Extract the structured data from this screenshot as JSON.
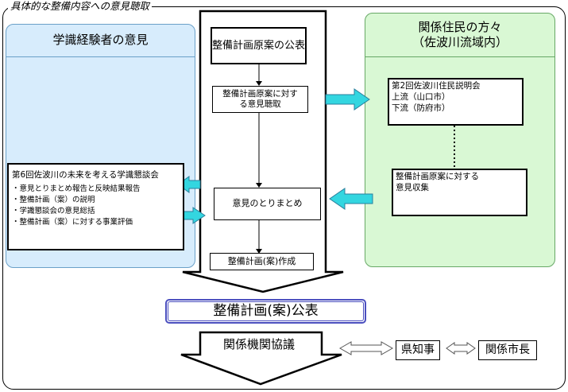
{
  "frame": {
    "title": "具体的な整備内容への意見聴取"
  },
  "expert_section": {
    "header": "学識経験者の意見",
    "conference": {
      "title": "第6回佐波川の未来を考える学識懇談会",
      "items": [
        "・意見とりまとめ報告と反映結果報告",
        "・整備計画（案）の説明",
        "・学識懇談会の意見総括",
        "・整備計画（案）に対する事業評価"
      ]
    }
  },
  "resident_section": {
    "header_line1": "関係住民の方々",
    "header_line2": "（佐波川流域内）",
    "meeting": {
      "title": "第2回佐波川住民説明会",
      "line1": "上流（山口市）",
      "line2": "下流（防府市）"
    },
    "collect": {
      "line1": "整備計画原案に対する",
      "line2": "意見収集"
    }
  },
  "flow": {
    "step1": "整備計画原案の公表",
    "step2_line1": "整備計画原案に対す",
    "step2_line2": "る意見聴取",
    "step3": "意見のとりまとめ",
    "step4": "整備計画(案)作成"
  },
  "publish": "整備計画(案)公表",
  "consult": {
    "label": "関係機関協議",
    "governor": "県知事",
    "mayors": "関係市長"
  },
  "colors": {
    "expert_panel": "#d7ecfc",
    "resident_panel": "#d9f8d4",
    "arrow_fill": "#33d6e0",
    "publish_border": "#4b4fbf"
  }
}
